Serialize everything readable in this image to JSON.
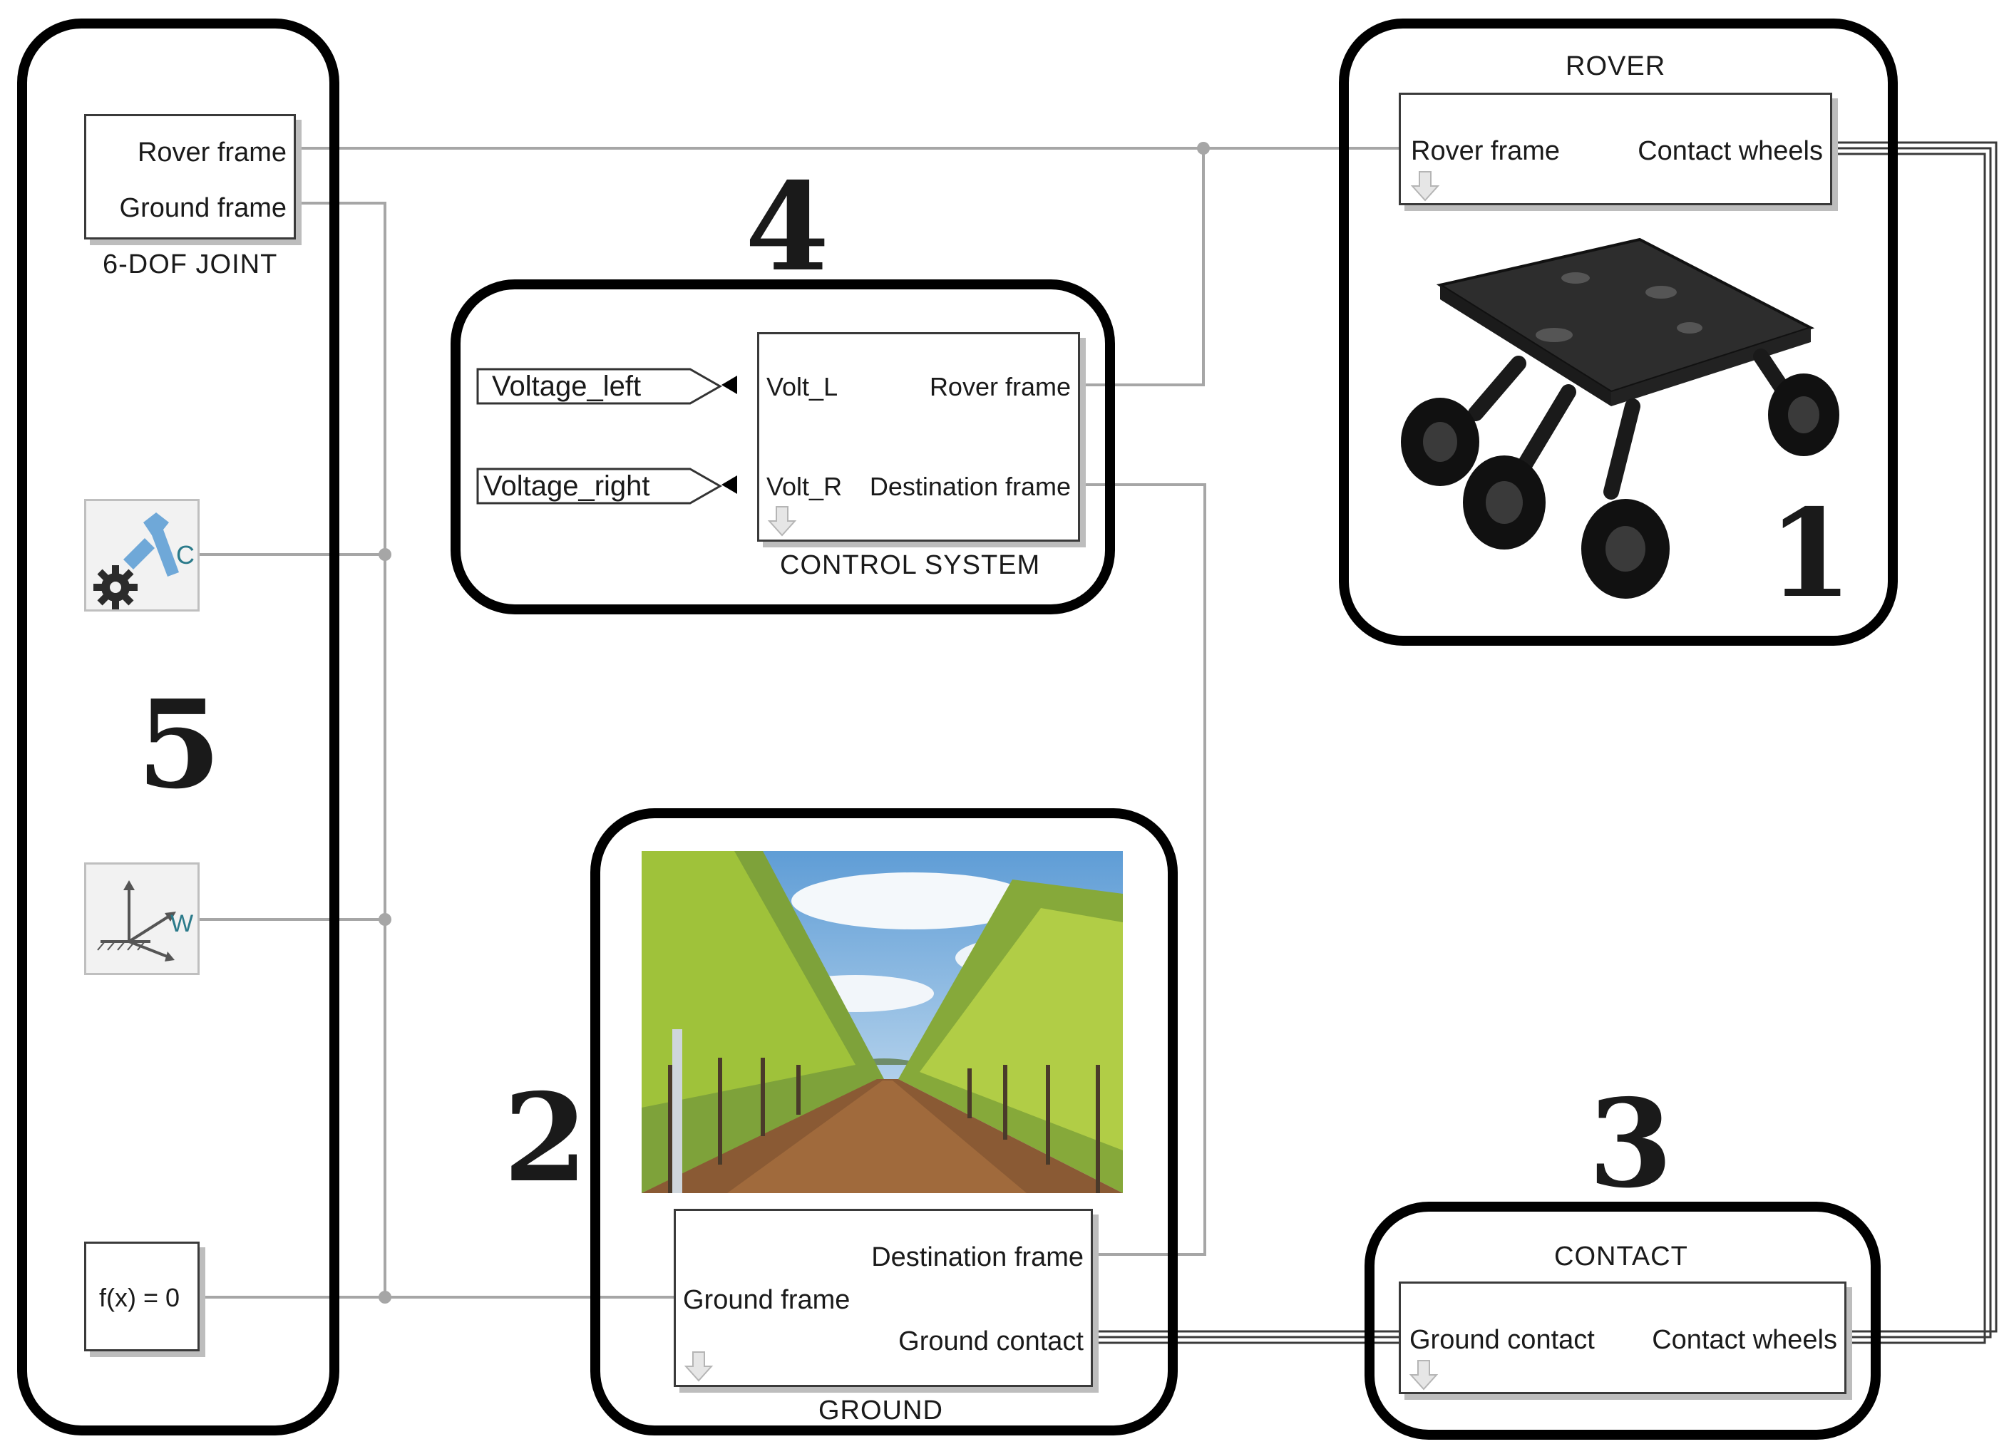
{
  "groups": {
    "rover": {
      "number": "1",
      "block_title": "ROVER",
      "port_left": "Rover frame",
      "port_right": "Contact wheels"
    },
    "ground": {
      "number": "2",
      "block_title": "GROUND",
      "port_dest": "Destination frame",
      "port_ground": "Ground frame",
      "port_contact": "Ground contact"
    },
    "contact": {
      "number": "3",
      "block_title": "CONTACT",
      "port_left": "Ground contact",
      "port_right": "Contact wheels"
    },
    "control": {
      "number": "4",
      "block_title": "CONTROL SYSTEM",
      "port_volt_l": "Volt_L",
      "port_volt_r": "Volt_R",
      "port_rover": "Rover frame",
      "port_dest": "Destination frame",
      "tag_left": "Voltage_left",
      "tag_right": "Voltage_right"
    },
    "env": {
      "number": "5",
      "joint_title": "6-DOF JOINT",
      "joint_port_rover": "Rover frame",
      "joint_port_ground": "Ground frame",
      "config_letter": "C",
      "world_letter": "W",
      "solver_label": "f(x) = 0"
    }
  },
  "colors": {
    "wire": "#a6a6a6",
    "frame": "#000000",
    "icon_blue": "#6fa8d8",
    "gear": "#2b2b2b"
  },
  "icons": [
    "mechanism-configuration-icon",
    "gear-icon",
    "world-frame-icon",
    "down-arrow-icon"
  ]
}
